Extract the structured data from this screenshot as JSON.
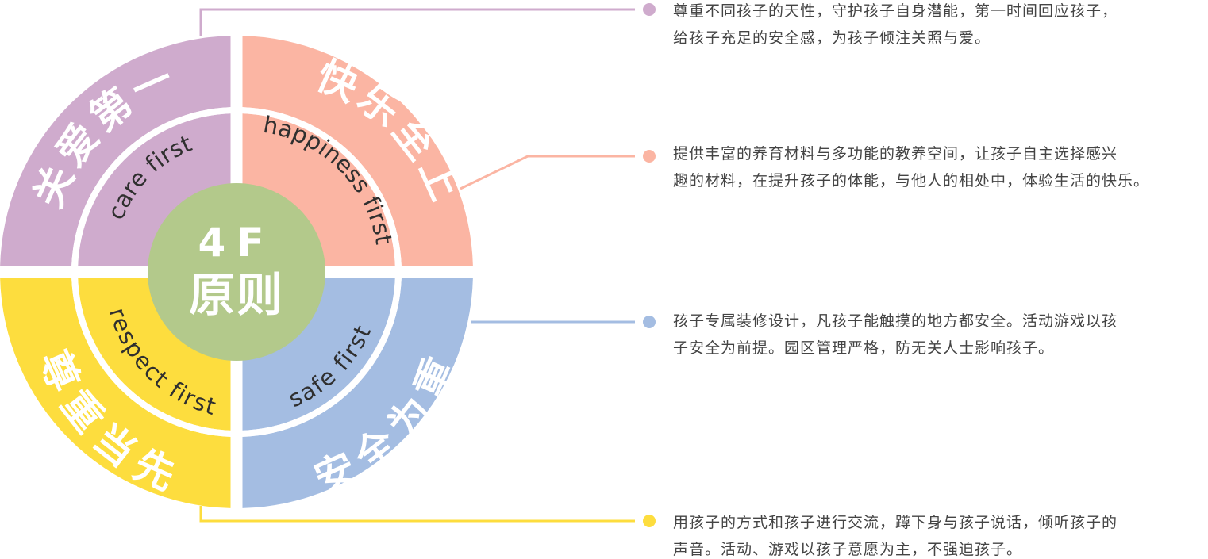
{
  "center": {
    "line1": "4F",
    "line2": "原则"
  },
  "quadrants": [
    {
      "id": "care",
      "title": "关爱第一",
      "subtitle": "care first",
      "color": "#CFABCD",
      "description": [
        "尊重不同孩子的天性，守护孩子自身潜能，第一时间回应孩子，",
        "给孩子充足的安全感，为孩子倾注关照与爱。"
      ]
    },
    {
      "id": "happiness",
      "title": "快乐至上",
      "subtitle": "happiness first",
      "color": "#FBB5A3",
      "description": [
        "提供丰富的养育材料与多功能的教养空间，让孩子自主选择感兴",
        "趣的材料，在提升孩子的体能，与他人的相处中，体验生活的快乐。"
      ]
    },
    {
      "id": "safe",
      "title": "安全为重",
      "subtitle": "safe first",
      "color": "#A4BDE2",
      "description": [
        "孩子专属装修设计，凡孩子能触摸的地方都安全。活动游戏以孩",
        "子安全为前提。园区管理严格，防无关人士影响孩子。"
      ]
    },
    {
      "id": "respect",
      "title": "尊重当先",
      "subtitle": "respect first",
      "color": "#FDDD3E",
      "description": [
        "用孩子的方式和孩子进行交流，蹲下身与孩子说话，倾听孩子的",
        "声音。活动、游戏以孩子意愿为主，不强迫孩子。"
      ]
    }
  ],
  "colors": {
    "center": "#B3C98B",
    "text": "#444444",
    "background": "#FFFFFF"
  }
}
